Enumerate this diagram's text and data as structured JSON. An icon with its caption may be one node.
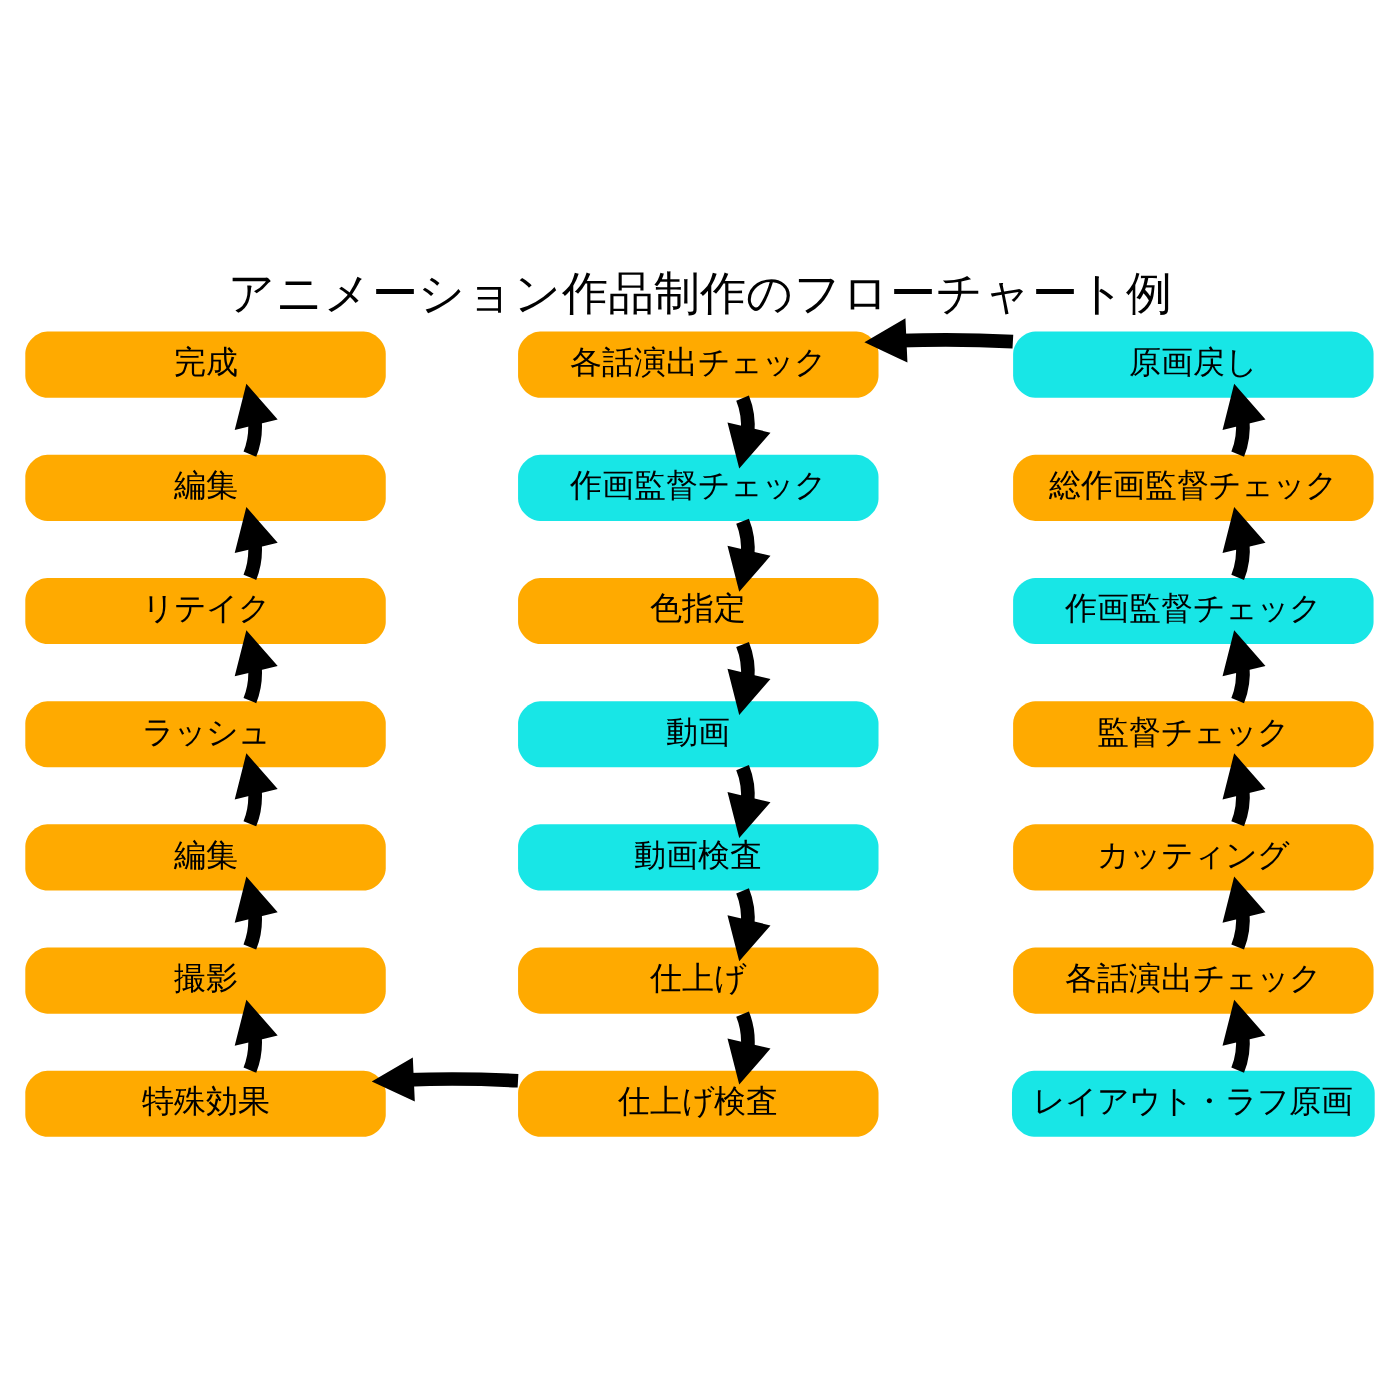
{
  "diagram": {
    "title": "アニメーション作品制作のフローチャート例",
    "nodes": [
      {
        "text": [
          "完成"
        ]
      },
      {
        "text": [
          "各話演出チェック"
        ]
      },
      {
        "text": [
          "原画戻し"
        ]
      },
      {
        "text": [
          "編集"
        ]
      },
      {
        "text": [
          "作画監督チェック"
        ]
      },
      {
        "text": [
          "総作画監督チェック"
        ]
      },
      {
        "text": [
          "リテイク"
        ]
      },
      {
        "text": [
          "色指定"
        ]
      },
      {
        "text": [
          "作画監督チェック"
        ]
      },
      {
        "text": [
          "ラッシュ"
        ]
      },
      {
        "text": [
          "動画"
        ]
      },
      {
        "text": [
          "監督チェック"
        ]
      },
      {
        "text": [
          "編集"
        ]
      },
      {
        "text": [
          "動画検査"
        ]
      },
      {
        "text": [
          "カッティング"
        ]
      },
      {
        "text": [
          "撮影"
        ]
      },
      {
        "text": [
          "仕上げ"
        ]
      },
      {
        "text": [
          "各話演出チェック"
        ]
      },
      {
        "text": [
          "特殊効果"
        ]
      },
      {
        "text": [
          "仕上げ検査"
        ]
      },
      {
        "text": [
          "レイアウト・ラフ原画"
        ]
      }
    ],
    "edges": [
      {
        "from": 20,
        "to": 17,
        "arrow": "to"
      },
      {
        "from": 17,
        "to": 14,
        "arrow": "to"
      },
      {
        "from": 14,
        "to": 11,
        "arrow": "to"
      },
      {
        "from": 11,
        "to": 8,
        "arrow": "to"
      },
      {
        "from": 8,
        "to": 5,
        "arrow": "to"
      },
      {
        "from": 5,
        "to": 2,
        "arrow": "to"
      },
      {
        "from": 2,
        "to": 1,
        "arrow": "to"
      },
      {
        "from": 1,
        "to": 4,
        "arrow": "to"
      },
      {
        "from": 4,
        "to": 7,
        "arrow": "to"
      },
      {
        "from": 7,
        "to": 10,
        "arrow": "to"
      },
      {
        "from": 10,
        "to": 13,
        "arrow": "to"
      },
      {
        "from": 13,
        "to": 16,
        "arrow": "to"
      },
      {
        "from": 16,
        "to": 19,
        "arrow": "to"
      },
      {
        "from": 19,
        "to": 18,
        "arrow": "to"
      },
      {
        "from": 18,
        "to": 15,
        "arrow": "to"
      },
      {
        "from": 15,
        "to": 12,
        "arrow": "to"
      },
      {
        "from": 12,
        "to": 9,
        "arrow": "to"
      },
      {
        "from": 9,
        "to": 6,
        "arrow": "to"
      },
      {
        "from": 6,
        "to": 3,
        "arrow": "to"
      },
      {
        "from": 3,
        "to": 0,
        "arrow": "to"
      }
    ]
  }
}
